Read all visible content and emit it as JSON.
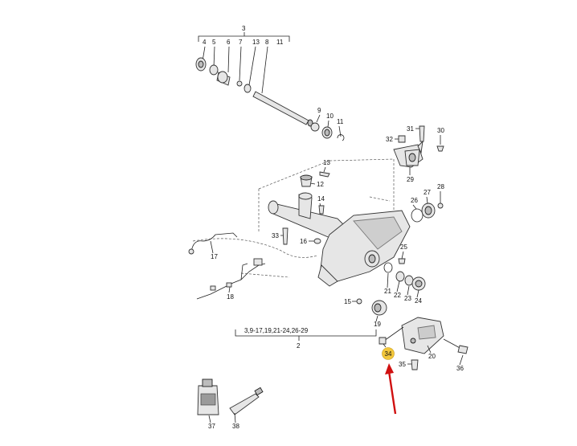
{
  "diagram": {
    "labels": {
      "l2": "2",
      "l3": "3",
      "l4": "4",
      "l5": "5",
      "l6": "6",
      "l7": "7",
      "l8": "8",
      "l9": "9",
      "l10": "10",
      "l11": "11",
      "l12": "12",
      "l13a": "13",
      "l13b": "13",
      "l14": "14",
      "l15": "15",
      "l16": "16",
      "l17": "17",
      "l18": "18",
      "l19": "19",
      "l20": "20",
      "l21": "21",
      "l22": "22",
      "l23": "23",
      "l24": "24",
      "l25": "25",
      "l26": "26",
      "l27": "27",
      "l28": "28",
      "l29": "29",
      "l30": "30",
      "l31": "31",
      "l32": "32",
      "l33": "33",
      "l34": "34",
      "l35": "35",
      "l36": "36",
      "l37": "37",
      "l38": "38"
    },
    "group_caption": "3,9-17,19,21-24,26-29",
    "highlight_color": "#f3c73b",
    "arrow_color": "#d01010"
  }
}
